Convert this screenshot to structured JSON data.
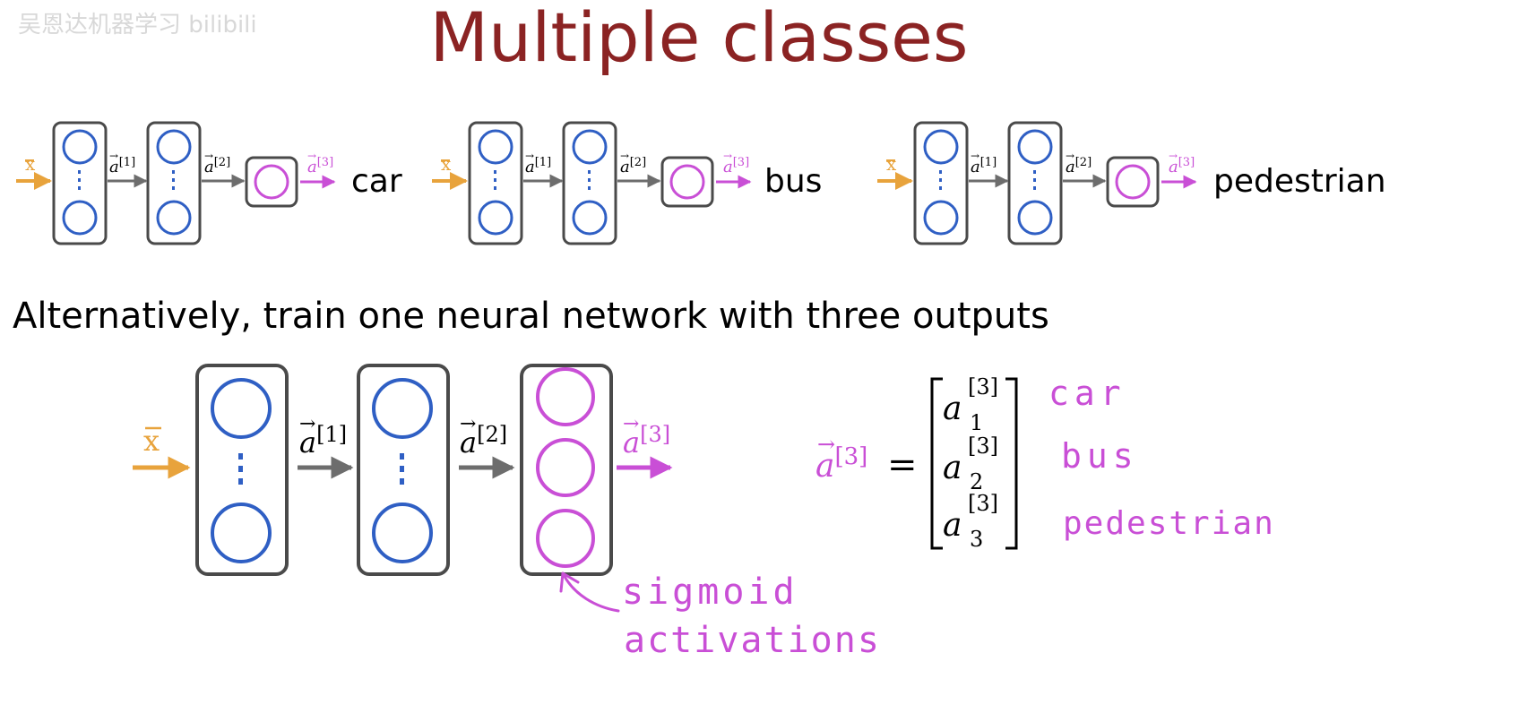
{
  "watermark": "吴恩达机器学习 bilibili",
  "title": "Multiple classes",
  "colors": {
    "title": "#8b2323",
    "input": "#e8a33c",
    "neuron": "#2f5fc4",
    "output": "#c94fd6",
    "arrow": "#6d6d6d",
    "box": "#4a4a4a"
  },
  "top_networks": [
    {
      "input_label": "x",
      "a1_base": "a",
      "a1_sup": "[1]",
      "a2_base": "a",
      "a2_sup": "[2]",
      "a3_base": "a",
      "a3_sup": "[3]",
      "class_label": "car"
    },
    {
      "input_label": "x",
      "a1_base": "a",
      "a1_sup": "[1]",
      "a2_base": "a",
      "a2_sup": "[2]",
      "a3_base": "a",
      "a3_sup": "[3]",
      "class_label": "bus"
    },
    {
      "input_label": "x",
      "a1_base": "a",
      "a1_sup": "[1]",
      "a2_base": "a",
      "a2_sup": "[2]",
      "a3_base": "a",
      "a3_sup": "[3]",
      "class_label": "pedestrian"
    }
  ],
  "subtitle": "Alternatively, train one neural network with three outputs",
  "big_network": {
    "input_label": "x",
    "a1_base": "a",
    "a1_sup": "[1]",
    "a2_base": "a",
    "a2_sup": "[2]",
    "a3_base": "a",
    "a3_sup": "[3]"
  },
  "equation": {
    "lhs_base": "a",
    "lhs_sup": "[3]",
    "equals": "=",
    "entries": [
      {
        "base": "a",
        "sup": "[3]",
        "sub": "1",
        "label": "car"
      },
      {
        "base": "a",
        "sup": "[3]",
        "sub": "2",
        "label": "bus"
      },
      {
        "base": "a",
        "sup": "[3]",
        "sub": "3",
        "label": "pedestrian"
      }
    ]
  },
  "annotation": {
    "line1": "sigmoid",
    "line2": "activations"
  }
}
